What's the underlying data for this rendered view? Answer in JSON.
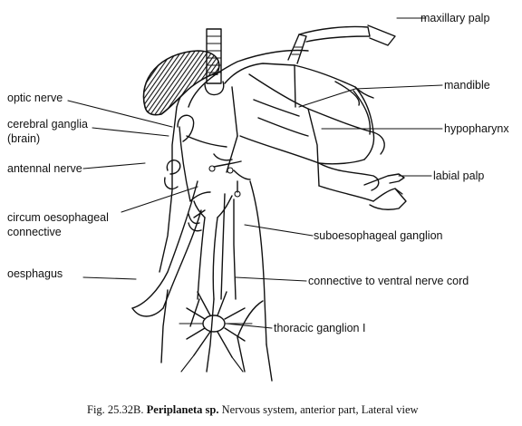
{
  "labels": {
    "maxillary_palp": "maxillary palp",
    "mandible": "mandible",
    "hypopharynx": "hypopharynx",
    "labial_palp": "labial palp",
    "optic_nerve": "optic nerve",
    "cerebral_ganglia_1": "cerebral ganglia",
    "cerebral_ganglia_2": "(brain)",
    "antennal_nerve": "antennal nerve",
    "circum_1": "circum oesophageal",
    "circum_2": "connective",
    "suboesophageal": "suboesophageal ganglion",
    "oesphagus": "oesphagus",
    "connective_ventral": "connective to ventral nerve cord",
    "thoracic": "thoracic ganglion I"
  },
  "caption": {
    "prefix": "Fig. 25.32B.",
    "genus": "Periplaneta sp.",
    "text": "Nervous system, anterior part, Lateral view"
  },
  "colors": {
    "ink": "#111111",
    "background": "#ffffff"
  }
}
